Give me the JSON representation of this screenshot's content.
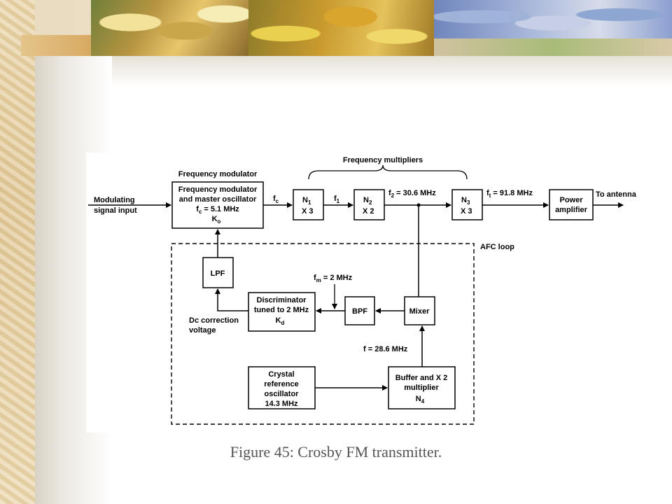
{
  "caption": "Figure 45: Crosby FM transmitter.",
  "diagram": {
    "top_labels": {
      "frequency_modulator": "Frequency modulator",
      "frequency_multipliers": "Frequency multipliers",
      "afc_loop": "AFC loop"
    },
    "input_label": [
      "Modulating",
      "signal input"
    ],
    "output_label": "To antenna",
    "dc_label": [
      "Dc correction",
      "voltage"
    ],
    "blocks": {
      "modulator": {
        "line1": "Frequency modulator",
        "line2": "and master oscillator",
        "fc_var": "f",
        "fc_sub": "c",
        "fc_val": " = 5.1 MHz",
        "k_var": "K",
        "k_sub": "o"
      },
      "n1": {
        "var": "N",
        "sub": "1",
        "mult": "X 3"
      },
      "n2": {
        "var": "N",
        "sub": "2",
        "mult": "X 2"
      },
      "n3": {
        "var": "N",
        "sub": "3",
        "mult": "X 3"
      },
      "power_amp": [
        "Power",
        "amplifier"
      ],
      "lpf": "LPF",
      "discriminator": {
        "line1": "Discriminator",
        "line2": "tuned to 2 MHz",
        "k_var": "K",
        "k_sub": "d"
      },
      "bpf": "BPF",
      "mixer": "Mixer",
      "crystal": [
        "Crystal",
        "reference",
        "oscillator",
        "14.3 MHz"
      ],
      "buffer": {
        "line1": "Buffer and X 2",
        "line2": "multiplier",
        "n_var": "N",
        "n_sub": "4"
      }
    },
    "signals": {
      "fc": {
        "var": "f",
        "sub": "c"
      },
      "f1": {
        "var": "f",
        "sub": "1"
      },
      "f2": {
        "var": "f",
        "sub": "2",
        "val": " = 30.6 MHz"
      },
      "ft": {
        "var": "f",
        "sub": "t",
        "val": " = 91.8 MHz"
      },
      "fm": {
        "var": "f",
        "sub": "m",
        "val": " = 2 MHz"
      },
      "f_mixer": "f = 28.6 MHz"
    }
  }
}
